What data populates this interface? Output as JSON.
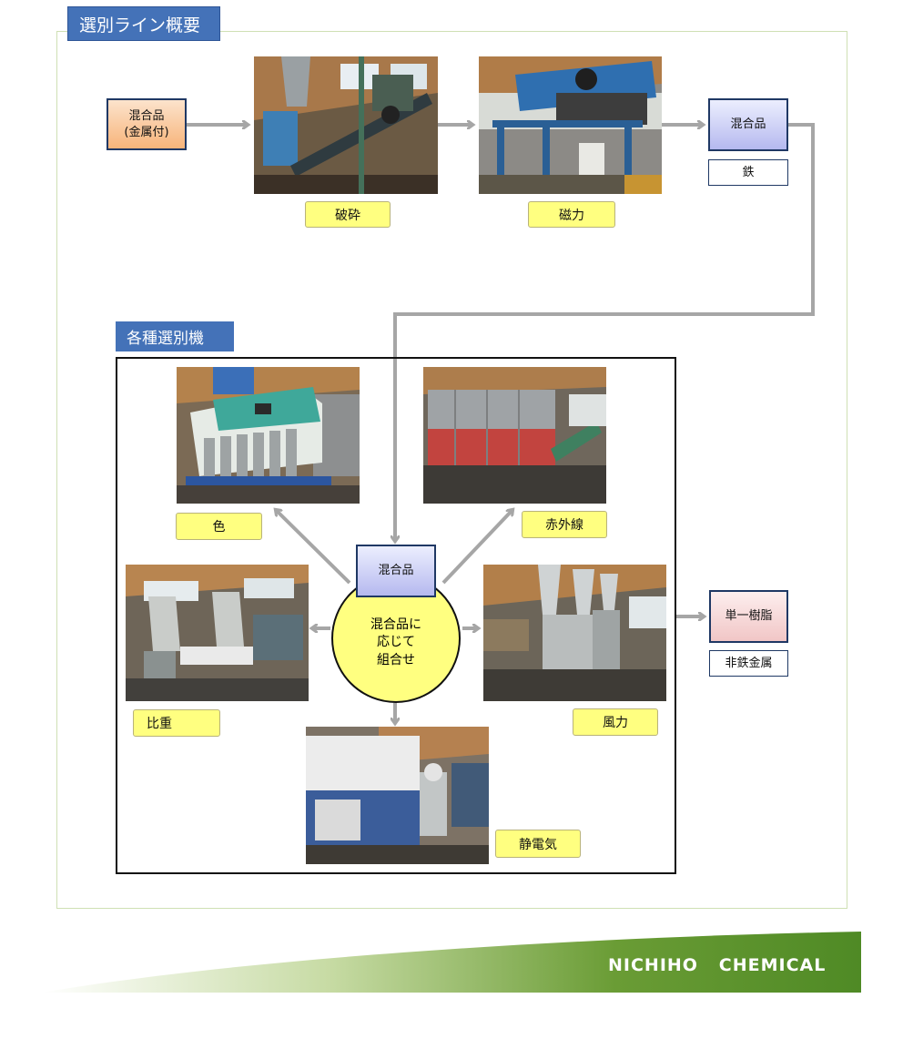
{
  "header": {
    "title": "選別ライン概要"
  },
  "flow": {
    "input_label": "混合品\n(金属付)",
    "crush_label": "破砕",
    "magnet_label": "磁力",
    "mixed_label": "混合品",
    "iron_label": "鉄"
  },
  "section": {
    "title": "各種選別機"
  },
  "machines": {
    "center_box": "混合品",
    "center_circle": "混合品に\n応じて\n組合せ",
    "color_label": "色",
    "infrared_label": "赤外線",
    "gravity_label": "比重",
    "wind_label": "風力",
    "electrostatic_label": "静電気"
  },
  "outputs": {
    "resin_label": "単一樹脂",
    "nonferrous_label": "非鉄金属"
  },
  "footer": {
    "company": "NICHIHO   CHEMICAL"
  },
  "colors": {
    "tab_blue": "#4472b8",
    "label_yellow": "#ffff80",
    "arrow_gray": "#a6a6a6",
    "brand_green": "#5a8f2a"
  }
}
